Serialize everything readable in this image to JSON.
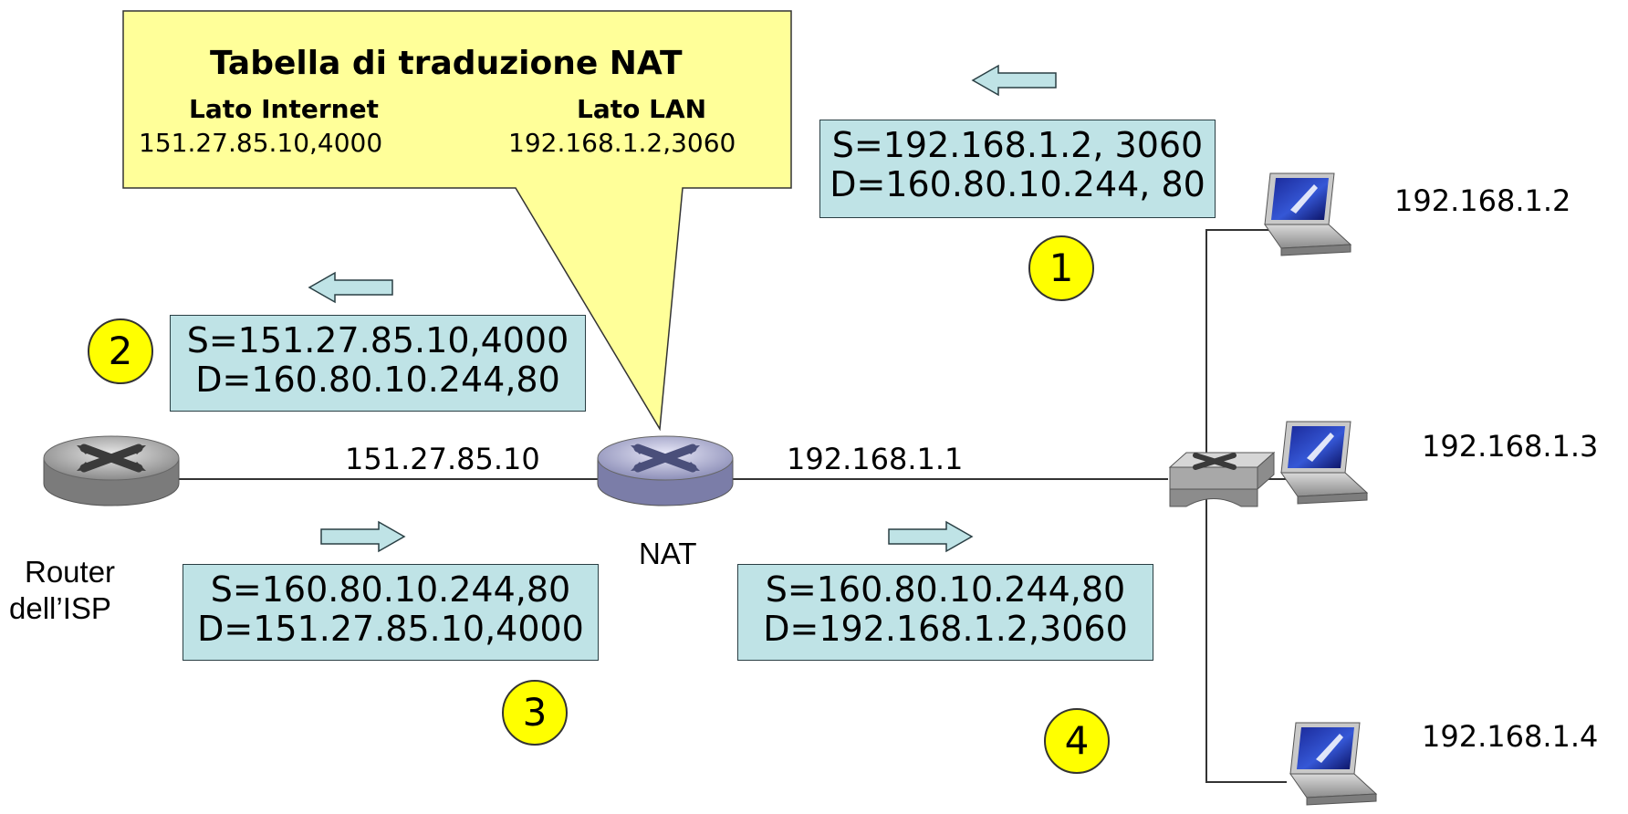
{
  "nat_table": {
    "title": "Tabella di traduzione NAT",
    "col_internet": "Lato Internet",
    "col_lan": "Lato LAN",
    "val_internet": "151.27.85.10,4000",
    "val_lan": "192.168.1.2,3060"
  },
  "packets": {
    "p1": {
      "line1": "S=192.168.1.2, 3060",
      "line2": "D=160.80.10.244, 80"
    },
    "p2": {
      "line1": "S=151.27.85.10,4000",
      "line2": "D=160.80.10.244,80"
    },
    "p3": {
      "line1": "S=160.80.10.244,80",
      "line2": "D=151.27.85.10,4000"
    },
    "p4": {
      "line1": "S=160.80.10.244,80",
      "line2": "D=192.168.1.2,3060"
    }
  },
  "badges": {
    "b1": "1",
    "b2": "2",
    "b3": "3",
    "b4": "4"
  },
  "labels": {
    "nat_wan_ip": "151.27.85.10",
    "nat_lan_ip": "192.168.1.1",
    "nat": "NAT",
    "isp_router_line1": "Router",
    "isp_router_line2": "dell’ISP"
  },
  "hosts": [
    "192.168.1.2",
    "192.168.1.3",
    "192.168.1.4"
  ],
  "colors": {
    "callout": "#ffff99",
    "packet": "#bfe3e6",
    "badge": "#ffff00",
    "arrow": "#bfe3e6"
  }
}
